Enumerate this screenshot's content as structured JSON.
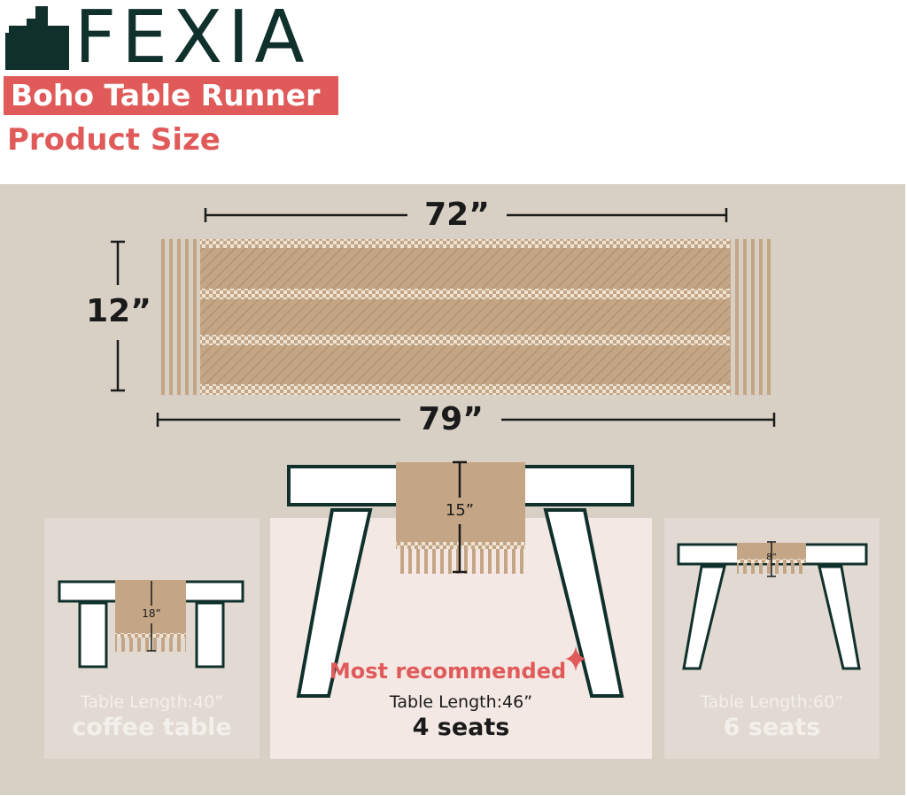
{
  "brand": {
    "name": "FEXIA",
    "product": "Boho Table Runner",
    "section_title": "Product Size"
  },
  "runner": {
    "length_label": "72”",
    "length_with_tassels_label": "79”",
    "width_label": "12”"
  },
  "tables": [
    {
      "overhang_label": "18”",
      "length_text": "Table Length:40”",
      "seats_text": "coffee table"
    },
    {
      "recommend_text": "Most recommended",
      "overhang_label": "15”",
      "length_text": "Table Length:46”",
      "seats_text": "4 seats"
    },
    {
      "overhang_label": "8”",
      "length_text": "Table Length:60”",
      "seats_text": "6 seats"
    }
  ],
  "colors": {
    "brand_dark": "#10302c",
    "accent_red": "#e05a5a",
    "runner_tan": "#c4a686",
    "panel_bg": "#d8cfc5"
  }
}
